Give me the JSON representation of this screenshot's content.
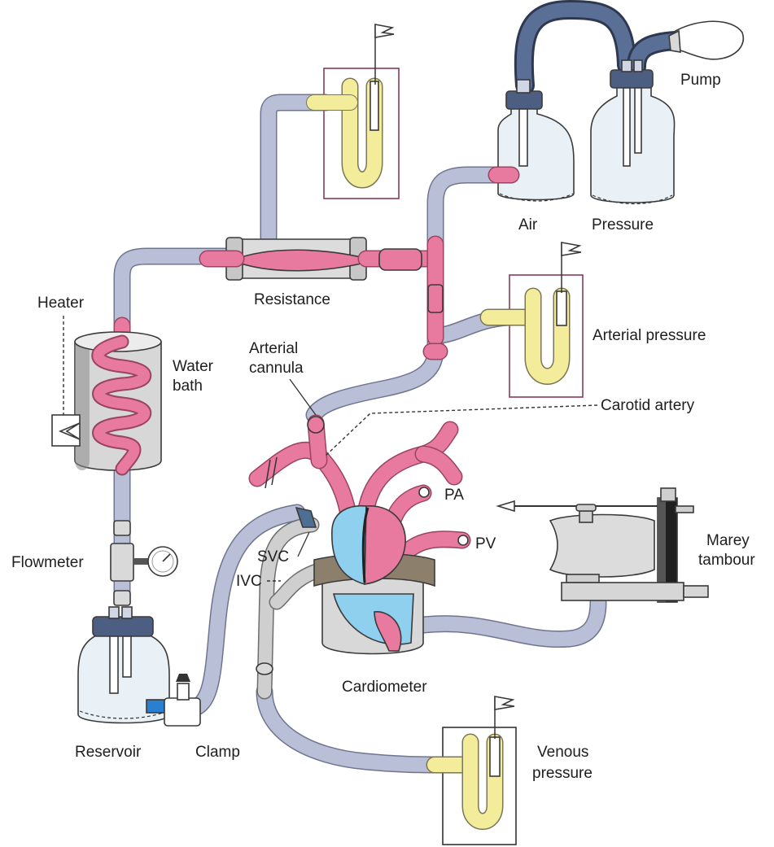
{
  "labels": {
    "pump": "Pump",
    "air": "Air",
    "pressure": "Pressure",
    "resistance": "Resistance",
    "heater": "Heater",
    "water_bath_line1": "Water",
    "water_bath_line2": "bath",
    "arterial_pressure": "Arterial pressure",
    "arterial_cannula_line1": "Arterial",
    "arterial_cannula_line2": "cannula",
    "carotid_artery": "Carotid artery",
    "pa": "PA",
    "pv": "PV",
    "svc": "SVC",
    "ivc": "IVC",
    "flowmeter": "Flowmeter",
    "marey_tambour_line1": "Marey",
    "marey_tambour_line2": "tambour",
    "cardiometer": "Cardiometer",
    "reservoir": "Reservoir",
    "clamp": "Clamp",
    "venous_pressure_line1": "Venous",
    "venous_pressure_line2": "pressure"
  },
  "colors": {
    "arterial_blood": "#e8799f",
    "venous_blood": "#8fd0ef",
    "tubing": "#b9bfd6",
    "manometer_fluid": "#f3ec9a",
    "manometer_frame": "#8a3a5a",
    "glass": "#e9f1f7"
  }
}
